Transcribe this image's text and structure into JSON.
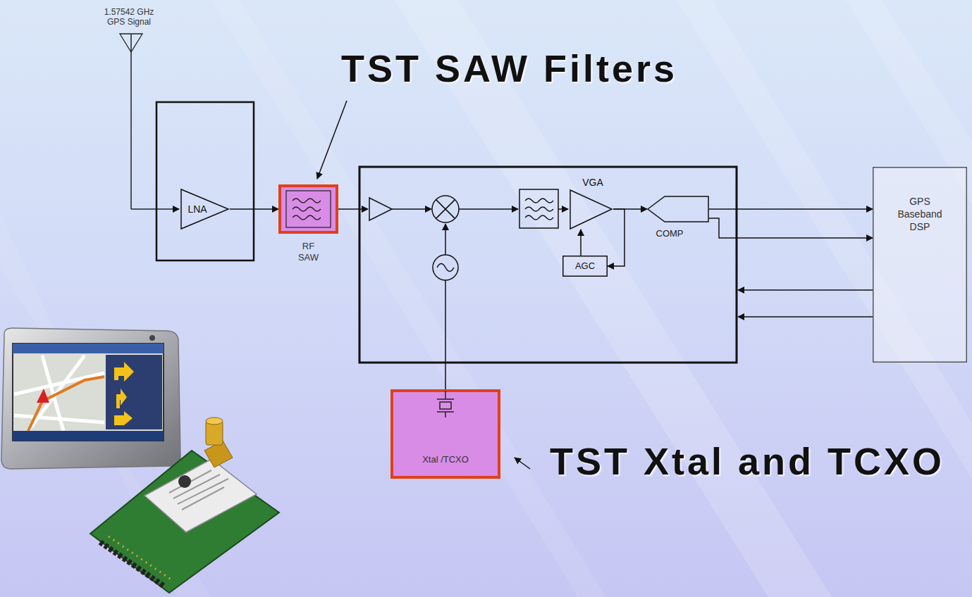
{
  "diagram": {
    "nodes": [
      {
        "text": [
          "LNA"
        ]
      },
      {
        "text": [
          "RF SAW"
        ]
      },
      {
        "text": [
          "VGA"
        ]
      },
      {
        "text": [
          "AGC"
        ]
      },
      {
        "text": [
          "COMP"
        ]
      },
      {
        "text": [
          "GPS Baseband DSP"
        ]
      },
      {
        "text": [
          "Xtal /TCXO"
        ]
      }
    ],
    "edges": [
      {
        "from": 0,
        "to": 1,
        "arrow": "to"
      },
      {
        "from": 2,
        "to": 3,
        "arrow": "to"
      },
      {
        "from": 3,
        "to": 2,
        "arrow": "to"
      },
      {
        "from": 2,
        "to": 4,
        "arrow": "to"
      },
      {
        "from": 4,
        "to": 5,
        "arrow": "to"
      },
      {
        "from": 4,
        "to": 5,
        "arrow": "to"
      }
    ],
    "labels": [
      "1.57542 GHz GPS Signal",
      "TST SAW Filters",
      "TST Xtal and TCXO"
    ]
  }
}
